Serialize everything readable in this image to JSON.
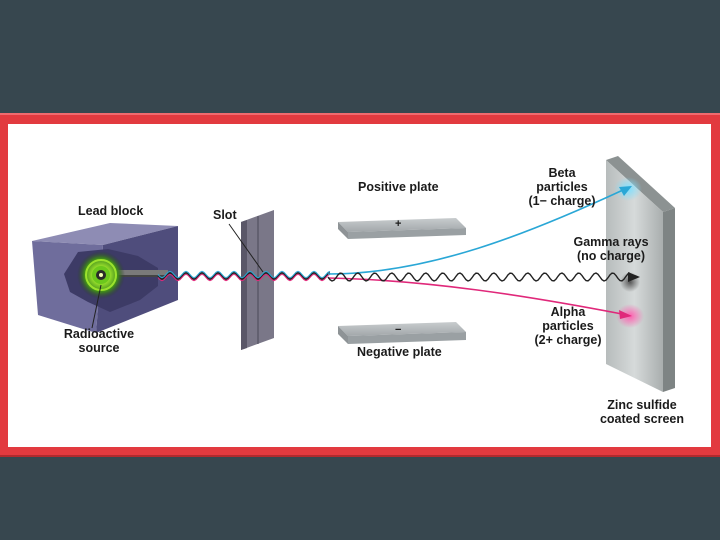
{
  "labels": {
    "lead_block": "Lead block",
    "slot": "Slot",
    "positive_plate": "Positive plate",
    "positive_sign": "+",
    "negative_plate": "Negative plate",
    "negative_sign": "−",
    "radioactive_source_1": "Radioactive",
    "radioactive_source_2": "source",
    "beta_1": "Beta",
    "beta_2": "particles",
    "beta_3": "(1− charge)",
    "gamma_1": "Gamma rays",
    "gamma_2": "(no charge)",
    "alpha_1": "Alpha",
    "alpha_2": "particles",
    "alpha_3": "(2+ charge)",
    "screen_1": "Zinc sulfide",
    "screen_2": "coated screen"
  },
  "colors": {
    "background": "#37474f",
    "frame": "#e23a3f",
    "beta_ray": "#2aa7d6",
    "alpha_ray": "#e0287a",
    "gamma_ray": "#222222",
    "source_glow": "#9be22d",
    "lead_block": "#5c5a86"
  }
}
